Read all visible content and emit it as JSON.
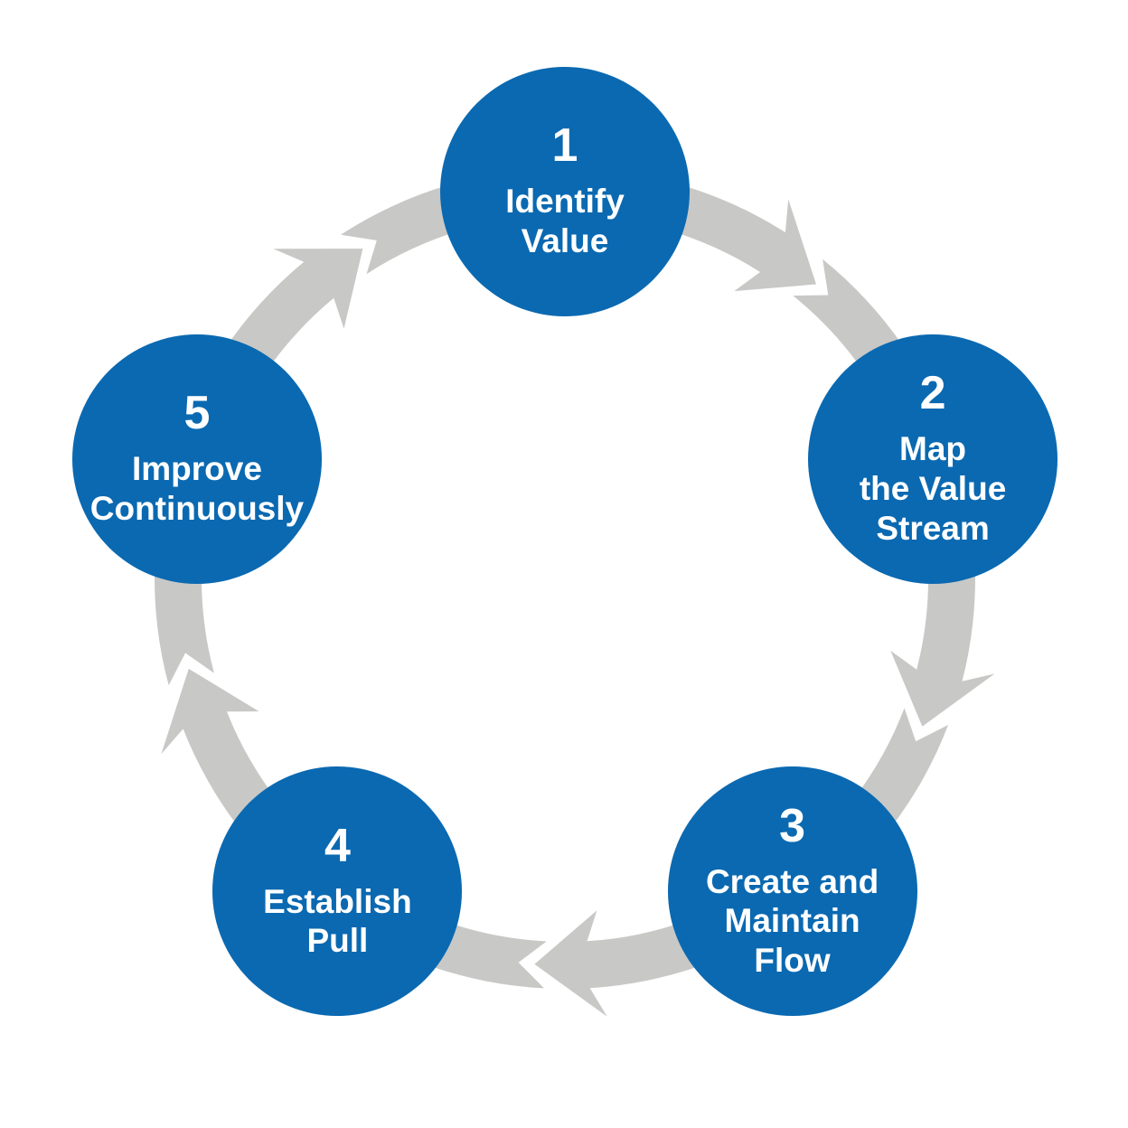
{
  "diagram": {
    "type": "cycle",
    "direction": "clockwise",
    "arrow_count": 5
  },
  "colors": {
    "circle_fill": "#0a69b1",
    "arrow_band": "#c8c8c6",
    "step_text": "#ffffff",
    "background": "#ffffff"
  },
  "steps": [
    {
      "number": "1",
      "label": "Identify\nValue"
    },
    {
      "number": "2",
      "label": "Map\nthe Value\nStream"
    },
    {
      "number": "3",
      "label": "Create and\nMaintain\nFlow"
    },
    {
      "number": "4",
      "label": "Establish\nPull"
    },
    {
      "number": "5",
      "label": "Improve\nContinuously"
    }
  ]
}
